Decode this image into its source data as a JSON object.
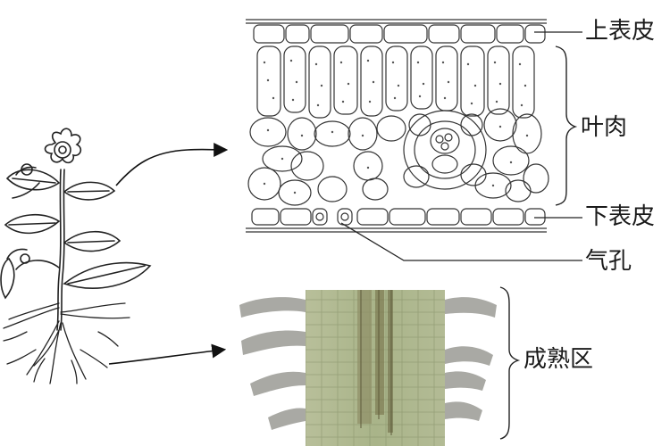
{
  "labels": {
    "upper_epidermis": "上表皮",
    "mesophyll": "叶肉",
    "lower_epidermis": "下表皮",
    "stoma": "气孔",
    "maturation_zone": "成熟区"
  }
}
